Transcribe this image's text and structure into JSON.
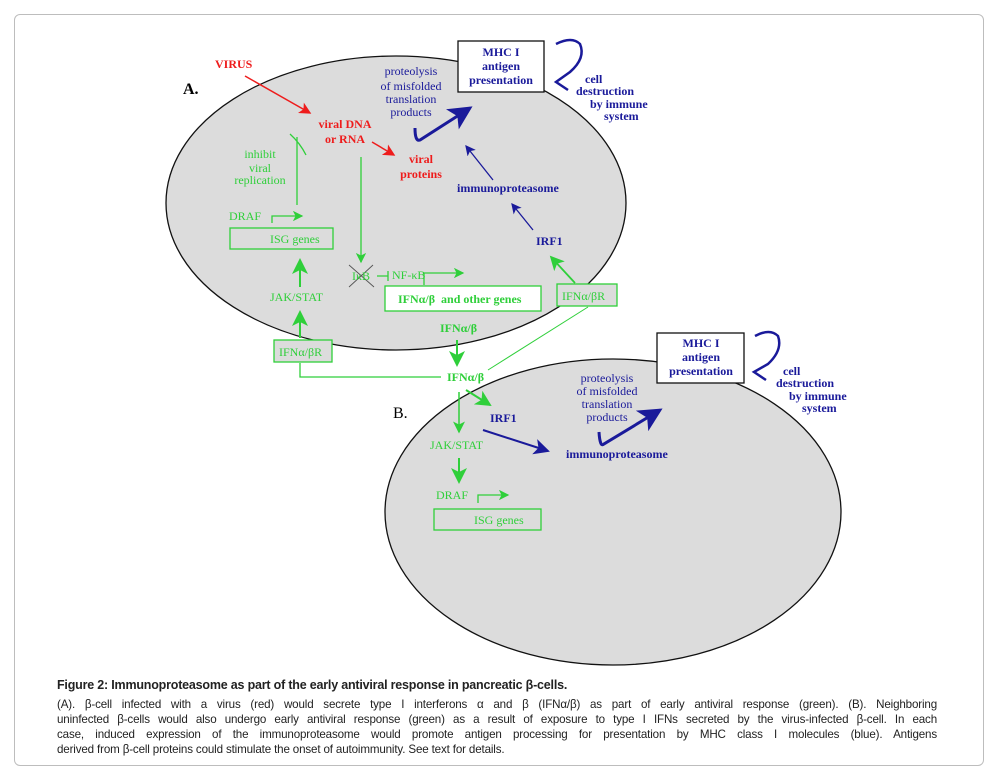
{
  "panel_a": {
    "label": "A.",
    "virus": "VIRUS",
    "viral_dna": [
      "viral DNA",
      "or RNA"
    ],
    "viral_proteins": [
      "viral",
      "proteins"
    ],
    "inhibit": [
      "inhibit",
      "viral",
      "replication"
    ],
    "draf": "DRAF",
    "isg_genes": "ISG genes",
    "jak_stat": "JAK/STAT",
    "receptor_left": "IFNα/βR",
    "ikb": "IκB",
    "nfkb": "NF-κB",
    "ifn_genes": "IFNα/β  and other genes",
    "receptor_right": "IFNα/βR",
    "irf1": "IRF1",
    "immunoproteasome": "immunoproteasome",
    "proteolysis": [
      "proteolysis",
      "of misfolded",
      "translation",
      "products"
    ],
    "mhc": [
      "MHC I",
      "antigen",
      "presentation"
    ],
    "cell_destruction": [
      "cell",
      "destruction",
      "by immune",
      "system"
    ]
  },
  "secreted": {
    "ifn_top": "IFNα/β",
    "ifn_bottom": "IFNα/β"
  },
  "panel_b": {
    "label": "B.",
    "irf1": "IRF1",
    "jak_stat": "JAK/STAT",
    "draf": "DRAF",
    "isg_genes": "ISG genes",
    "immunoproteasome": "immunoproteasome",
    "proteolysis": [
      "proteolysis",
      "of misfolded",
      "translation",
      "products"
    ],
    "mhc": [
      "MHC I",
      "antigen",
      "presentation"
    ],
    "cell_destruction": [
      "cell",
      "destruction",
      "by immune",
      "system"
    ]
  },
  "colors": {
    "virus": "#ee1c1c",
    "antiviral": "#2fcf3a",
    "mhc": "#1a1a9a",
    "cell": "#dcdcdc"
  },
  "caption": {
    "title": "Figure 2: Immunoproteasome as part of the early antiviral response in pancreatic β-cells.",
    "lines": [
      "(A). β-cell infected with a virus (red) would secrete type I interferons α and β (IFNα/β) as part of early antiviral response (green). (B). Neighboring",
      "uninfected β-cells would also undergo early antiviral response (green) as a result of exposure to type I IFNs secreted by the virus-infected β-cell. In each",
      "case, induced expression of the immunoproteasome would promote antigen processing for presentation by MHC class I molecules (blue). Antigens",
      "derived from β-cell proteins could stimulate the onset of autoimmunity. See text for details."
    ]
  }
}
